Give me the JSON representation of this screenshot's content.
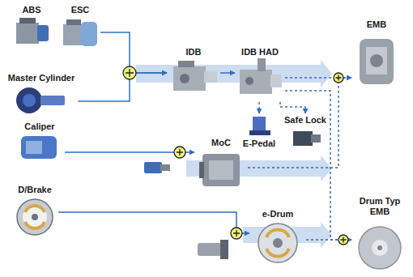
{
  "diagram": {
    "nodes": [
      {
        "text": [
          "ABS"
        ]
      },
      {
        "text": [
          "ESC"
        ]
      },
      {
        "text": [
          "Master Cylinder"
        ]
      },
      {
        "text": [
          "IDB"
        ]
      },
      {
        "text": [
          "IDB HAD"
        ]
      },
      {
        "text": [
          "E-Pedal"
        ]
      },
      {
        "text": [
          "Safe Lock"
        ]
      },
      {
        "text": [
          "EMB"
        ]
      },
      {
        "text": [
          "Caliper"
        ]
      },
      {
        "text": [
          "MoC"
        ]
      },
      {
        "text": [
          "D/Brake"
        ]
      },
      {
        "text": [
          "e-Drum"
        ]
      },
      {
        "text": [
          "Drum Typ EMB"
        ]
      }
    ],
    "edges": [
      {
        "from": 1,
        "to": 3,
        "arrow": "to"
      },
      {
        "from": 2,
        "to": 3,
        "arrow": "to"
      },
      {
        "from": 3,
        "to": 4,
        "arrow": "to"
      },
      {
        "from": 4,
        "to": 5,
        "arrow": "to"
      },
      {
        "from": 4,
        "to": 6,
        "arrow": "to"
      },
      {
        "from": 4,
        "to": 7,
        "arrow": "to"
      },
      {
        "from": 4,
        "to": 12,
        "arrow": "to"
      },
      {
        "from": 8,
        "to": 9,
        "arrow": "to"
      },
      {
        "from": 9,
        "to": 7,
        "arrow": "to"
      },
      {
        "from": 10,
        "to": 11,
        "arrow": "to"
      },
      {
        "from": 11,
        "to": 12,
        "arrow": "to"
      }
    ]
  }
}
